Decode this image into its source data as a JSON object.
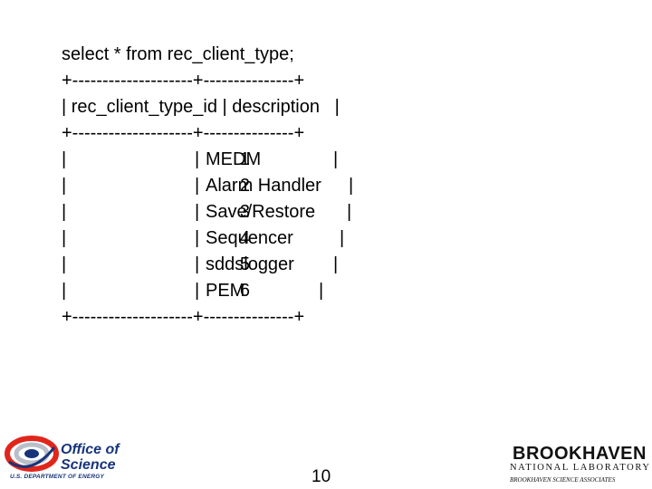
{
  "query": "select * from rec_client_type;",
  "border_line": "+--------------------+---------------+",
  "header_line": "| rec_client_type_id | description   |",
  "rows": [
    {
      "id": "1",
      "description": "MEDM"
    },
    {
      "id": "2",
      "description": "Alarm Handler"
    },
    {
      "id": "3",
      "description": "Save/Restore"
    },
    {
      "id": "4",
      "description": "Sequencer"
    },
    {
      "id": "5",
      "description": "sddslogger"
    },
    {
      "id": "6",
      "description": "PEM"
    }
  ],
  "pipe": "|",
  "footer": {
    "page_number": "10",
    "office_of_science": {
      "title_line1": "Office of",
      "title_line2": "Science",
      "subtitle": "U.S. DEPARTMENT OF ENERGY",
      "brand_color": "#17347a",
      "accent_color": "#e0261b",
      "icon": "office-of-science-swirl-icon"
    },
    "brookhaven": {
      "name": "BROOKHAVEN",
      "lab": "NATIONAL LABORATORY",
      "associates": "BROOKHAVEN SCIENCE ASSOCIATES"
    }
  }
}
